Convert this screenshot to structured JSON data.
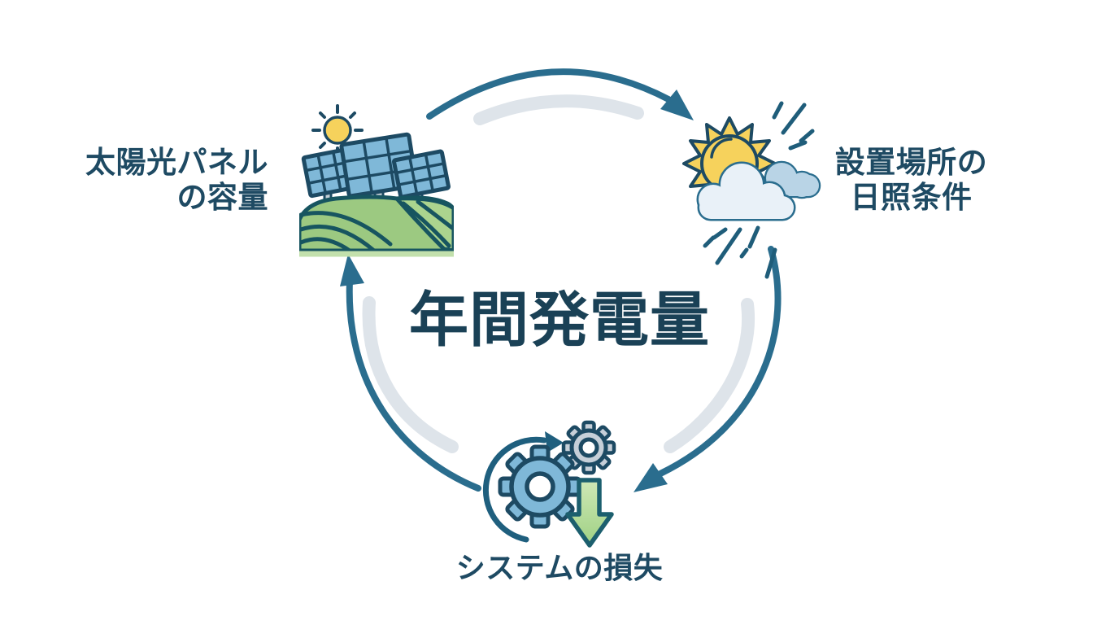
{
  "diagram": {
    "title": "年間発電量",
    "flow_direction": "clockwise",
    "nodes": [
      {
        "id": "solar-panel-capacity",
        "icon": "solar-panels-field-icon",
        "label_lines": [
          "太陽光パネル",
          "の容量"
        ],
        "position": "top-left"
      },
      {
        "id": "site-sunlight-conditions",
        "icon": "sun-behind-clouds-icon",
        "label_lines": [
          "設置場所の",
          "日照条件"
        ],
        "position": "top-right"
      },
      {
        "id": "system-losses",
        "icon": "gears-decrease-icon",
        "label_lines": [
          "システムの損失"
        ],
        "position": "bottom-center"
      }
    ],
    "arrows": [
      {
        "from": "solar-panel-capacity",
        "to": "site-sunlight-conditions"
      },
      {
        "from": "site-sunlight-conditions",
        "to": "system-losses"
      },
      {
        "from": "system-losses",
        "to": "solar-panel-capacity"
      }
    ],
    "colors": {
      "background": "#ffffff",
      "label_text": "#1e4a63",
      "title_text": "#1a4156",
      "arrow_teal": "#2a6d8e",
      "arrow_track_gray": "#dee4ea",
      "sun_yellow": "#f6d25c",
      "panel_blue": "#7fb8d8",
      "hill_green": "#9cc981",
      "hill_green_light": "#abd48e",
      "cloud_front": "#e9f1f8",
      "cloud_back": "#b9d4e6",
      "gear_blue": "#7fb8d8",
      "gear_gray": "#c6cfd8",
      "loss_arrow_green": "#a9d78d"
    }
  }
}
